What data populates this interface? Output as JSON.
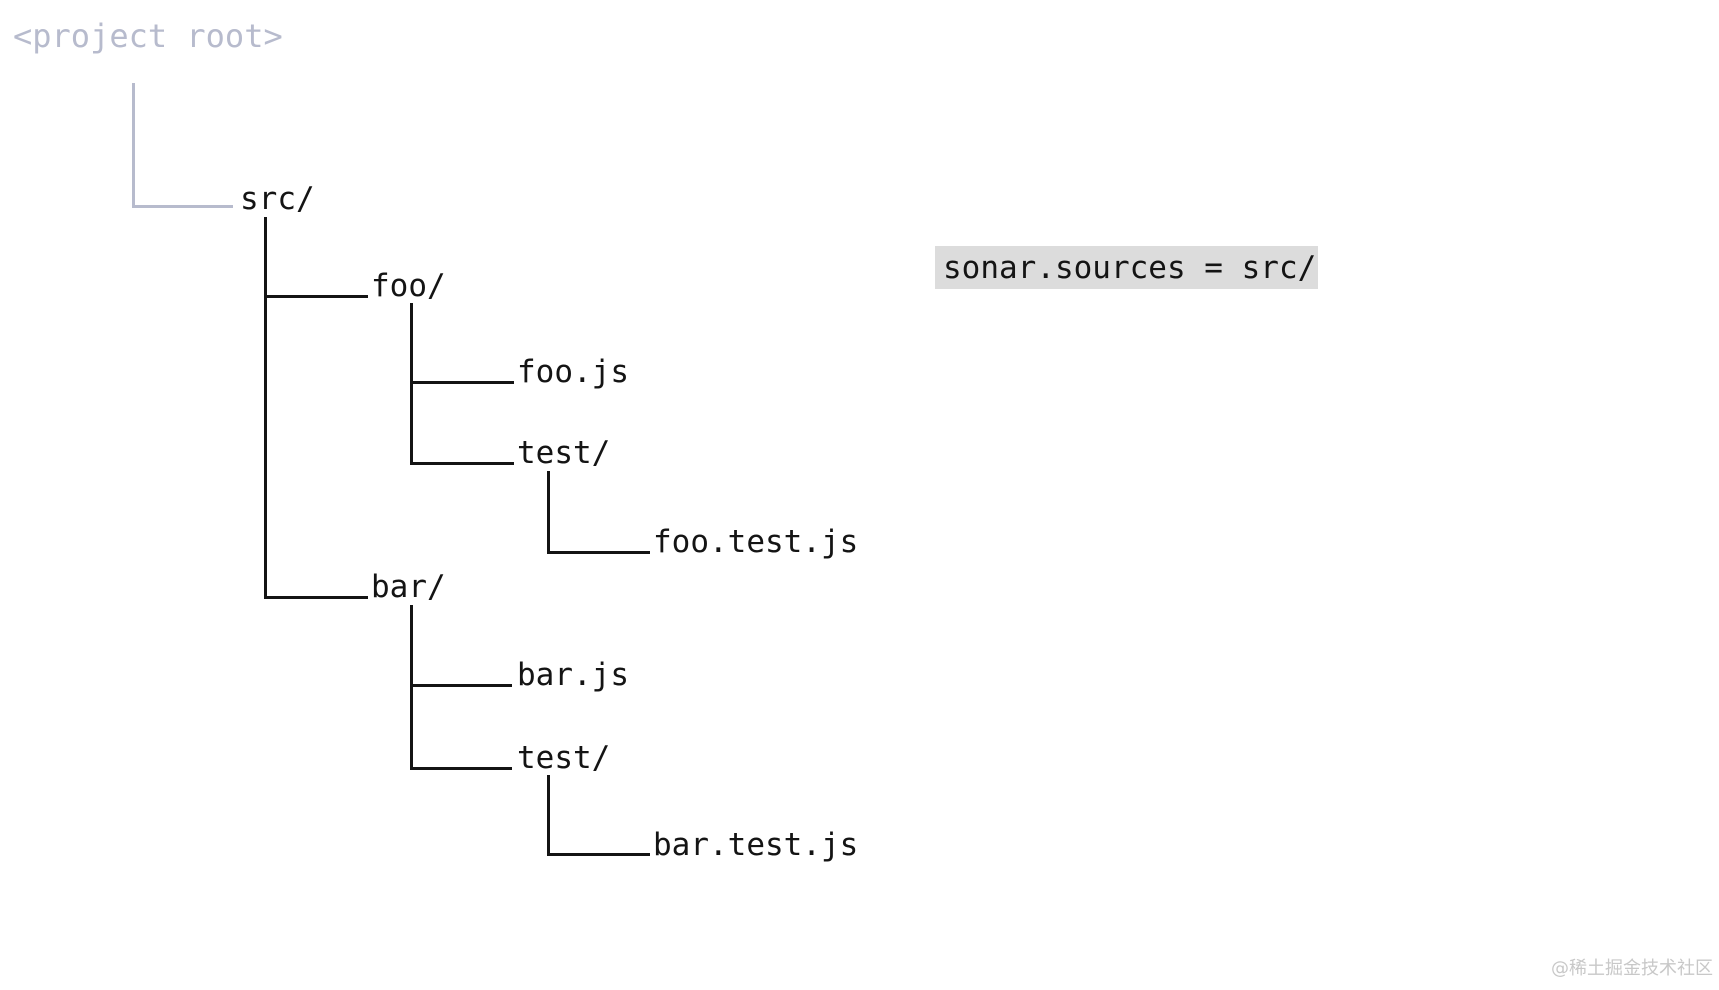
{
  "diagram": {
    "root_label": "<project root>",
    "nodes": {
      "src": "src/",
      "foo": "foo/",
      "foo_js": "foo.js",
      "foo_test": "test/",
      "foo_test_js": "foo.test.js",
      "bar": "bar/",
      "bar_js": "bar.js",
      "bar_test": "test/",
      "bar_test_js": "bar.test.js"
    },
    "annotation": {
      "code_label": "sonar.sources = src/",
      "background": "#dcdcdc"
    },
    "colors": {
      "line": "#141414",
      "muted_line": "#b7bbcd",
      "watermark": "#c8c8c8"
    }
  },
  "watermark": "@稀土掘金技术社区"
}
